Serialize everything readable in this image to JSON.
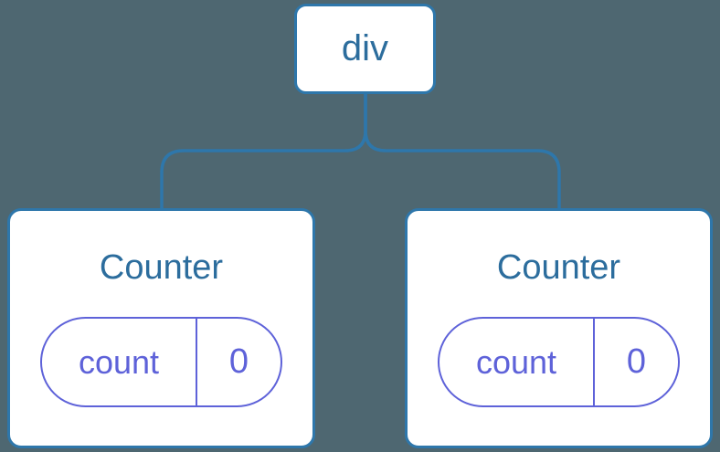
{
  "diagram": {
    "kind": "component-tree",
    "colors": {
      "background": "#4e6771",
      "node_fill": "#ffffff",
      "tree_blue": "#2e77ab",
      "label_blue": "#2c6d9d",
      "state_purple": "#5e62d9"
    },
    "root": {
      "label": "div"
    },
    "children": [
      {
        "title": "Counter",
        "state": {
          "key": "count",
          "value": "0"
        }
      },
      {
        "title": "Counter",
        "state": {
          "key": "count",
          "value": "0"
        }
      }
    ]
  }
}
